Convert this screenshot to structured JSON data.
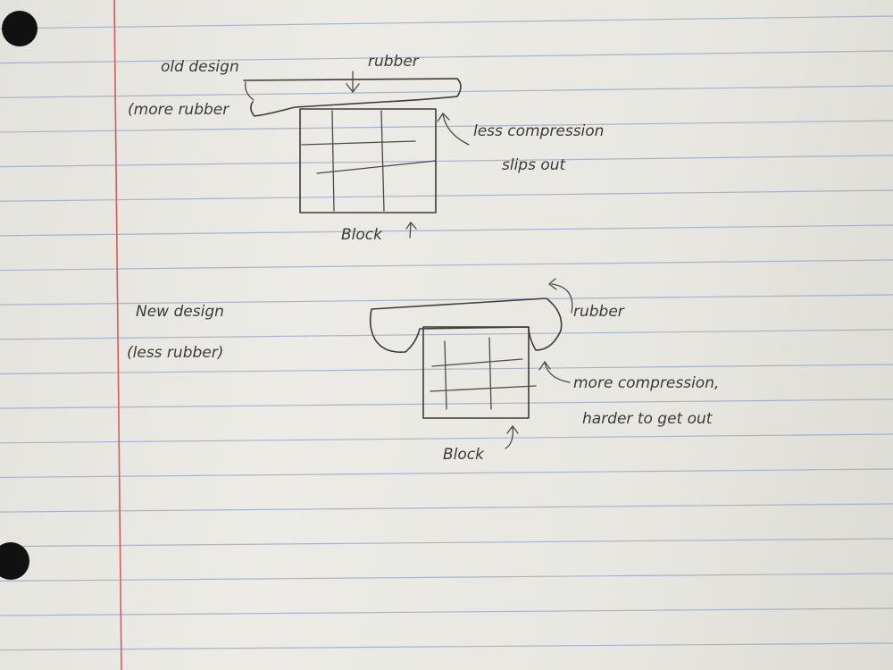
{
  "paper": {
    "rule_color": "#8fa3c4",
    "margin_color": "#d85a5a",
    "ink_color": "#3c3c3c"
  },
  "old_design": {
    "title": "old design",
    "rubber_label": "rubber",
    "more_rubber_label": "(more rubber",
    "compression_note_line1": "less compression",
    "compression_note_line2": "slips out",
    "block_label": "Block"
  },
  "new_design": {
    "title": "New design",
    "subtitle": "(less rubber)",
    "rubber_label": "rubber",
    "compression_note_line1": "more compression,",
    "compression_note_line2": "harder to get out",
    "block_label": "Block"
  }
}
